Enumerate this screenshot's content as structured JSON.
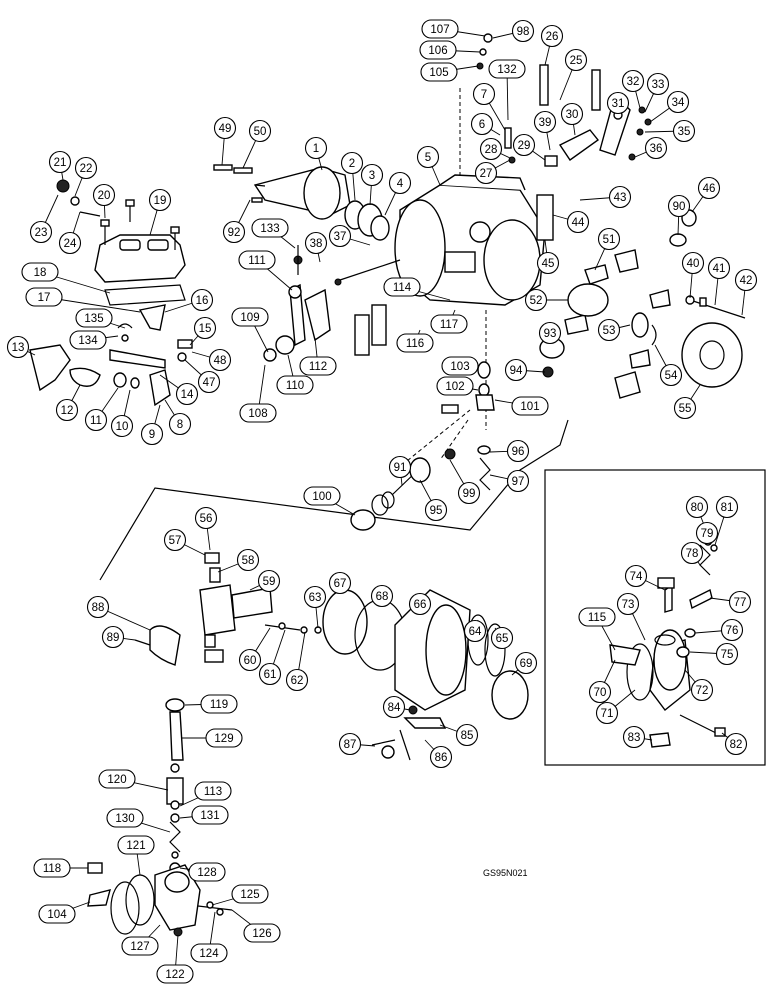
{
  "drawing_code": "GS95N021",
  "callouts": [
    "1",
    "2",
    "3",
    "4",
    "5",
    "6",
    "7",
    "8",
    "9",
    "10",
    "11",
    "12",
    "13",
    "14",
    "15",
    "16",
    "17",
    "18",
    "19",
    "20",
    "21",
    "22",
    "23",
    "24",
    "25",
    "26",
    "27",
    "28",
    "29",
    "30",
    "31",
    "32",
    "33",
    "34",
    "35",
    "36",
    "37",
    "38",
    "39",
    "40",
    "41",
    "42",
    "43",
    "44",
    "45",
    "46",
    "47",
    "48",
    "49",
    "50",
    "51",
    "52",
    "53",
    "54",
    "55",
    "56",
    "57",
    "58",
    "59",
    "60",
    "61",
    "62",
    "63",
    "64",
    "65",
    "66",
    "67",
    "68",
    "69",
    "70",
    "71",
    "72",
    "73",
    "74",
    "75",
    "76",
    "77",
    "78",
    "79",
    "80",
    "81",
    "82",
    "83",
    "84",
    "85",
    "86",
    "87",
    "88",
    "89",
    "90",
    "91",
    "92",
    "93",
    "94",
    "95",
    "96",
    "97",
    "98",
    "99",
    "100",
    "101",
    "102",
    "103",
    "104",
    "105",
    "106",
    "107",
    "108",
    "109",
    "110",
    "111",
    "112",
    "113",
    "114",
    "115",
    "116",
    "117",
    "118",
    "119",
    "120",
    "121",
    "122",
    "124",
    "125",
    "126",
    "127",
    "128",
    "129",
    "130",
    "131",
    "132",
    "133",
    "134",
    "135"
  ]
}
